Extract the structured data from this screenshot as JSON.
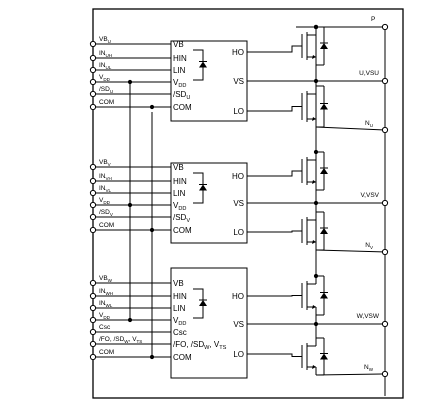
{
  "gate_drivers": [
    {
      "external_pins": [
        "VBU",
        "INUH",
        "INUL",
        "VDD",
        "/SDU",
        "COM"
      ],
      "ic_pins_left": [
        "VB",
        "HIN",
        "LIN",
        "VDD",
        "/SDU",
        "COM"
      ],
      "ic_pins_right": [
        "HO",
        "VS",
        "LO"
      ]
    },
    {
      "external_pins": [
        "VBV",
        "INVH",
        "INVL",
        "VDD",
        "/SDV",
        "COM"
      ],
      "ic_pins_left": [
        "VB",
        "HIN",
        "LIN",
        "VDD",
        "/SDV",
        "COM"
      ],
      "ic_pins_right": [
        "HO",
        "VS",
        "LO"
      ]
    },
    {
      "external_pins": [
        "VBW",
        "INWH",
        "INWL",
        "VDD",
        "Csc",
        "/FO, /SDW, VTS",
        "COM"
      ],
      "ic_pins_left": [
        "VB",
        "HIN",
        "LIN",
        "VDD",
        "Csc",
        "/FO, /SDW, VTS",
        "COM"
      ],
      "ic_pins_right": [
        "HO",
        "VS",
        "LO"
      ]
    }
  ],
  "power_pins": [
    "P",
    "U,VSU",
    "NU",
    "V,VSV",
    "NV",
    "W,VSW",
    "NW"
  ],
  "colors": {
    "line": "#000000",
    "background": "#ffffff"
  }
}
